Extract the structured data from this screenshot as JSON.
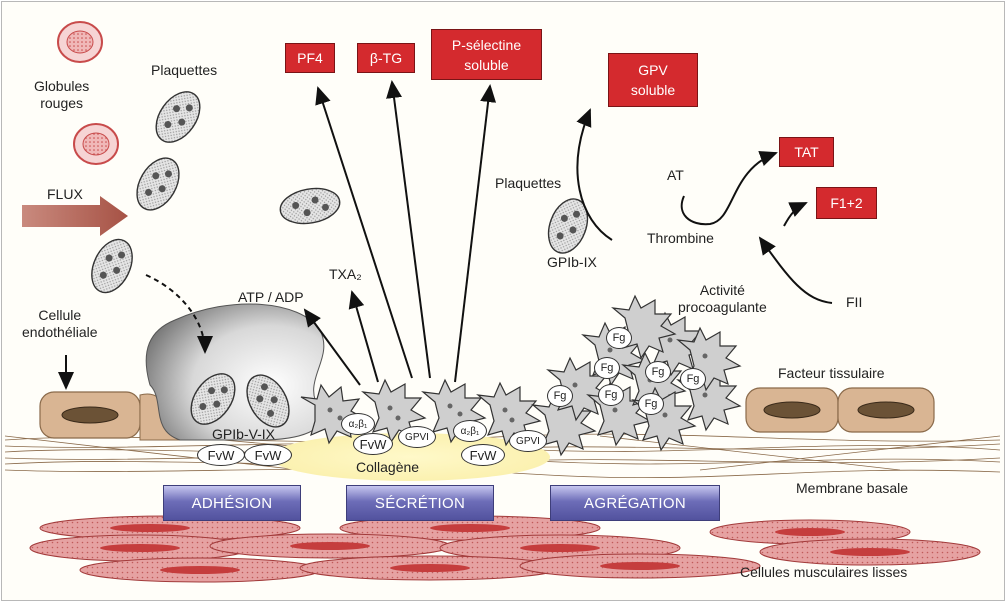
{
  "labels": {
    "globules_rouges": "Globules\nrouges",
    "plaquettes_left": "Plaquettes",
    "flux": "FLUX",
    "cellule_endotheliale": "Cellule\nendothéliale",
    "atp_adp": "ATP / ADP",
    "txa2": "TXA₂",
    "gpib_v_ix": "GPIb-V-IX",
    "collagene": "Collagène",
    "plaquettes_right": "Plaquettes",
    "gpib_ix": "GPIb-IX",
    "at": "AT",
    "thrombine": "Thrombine",
    "activite_procoagulante": "Activité\nprocoagulante",
    "fii": "FII",
    "facteur_tissulaire": "Facteur tissulaire",
    "membrane_basale": "Membrane basale",
    "cellules_musculaires_lisses": "Cellules musculaires lisses"
  },
  "boxes": {
    "pf4": "PF4",
    "btg": "β-TG",
    "p_selectine": "P-sélectine\nsoluble",
    "gpv": "GPV\nsoluble",
    "tat": "TAT",
    "f12": "F1+2"
  },
  "stages": {
    "adhesion": "ADHÉSION",
    "secretion": "SÉCRÉTION",
    "agregation": "AGRÉGATION"
  },
  "receptors": {
    "fvw": "FvW",
    "gpvi": "GPVI",
    "a2b1": "α₂β₁",
    "fg": "Fg"
  },
  "colors": {
    "red_box": "#d42a2e",
    "stage_band": "#6d6db8",
    "flux_arrow": "#b86a5e",
    "endothelial_cell": "#d9b593",
    "muscle_cell": "#e08c8c",
    "platelet_fill": "#cfcfcf"
  }
}
